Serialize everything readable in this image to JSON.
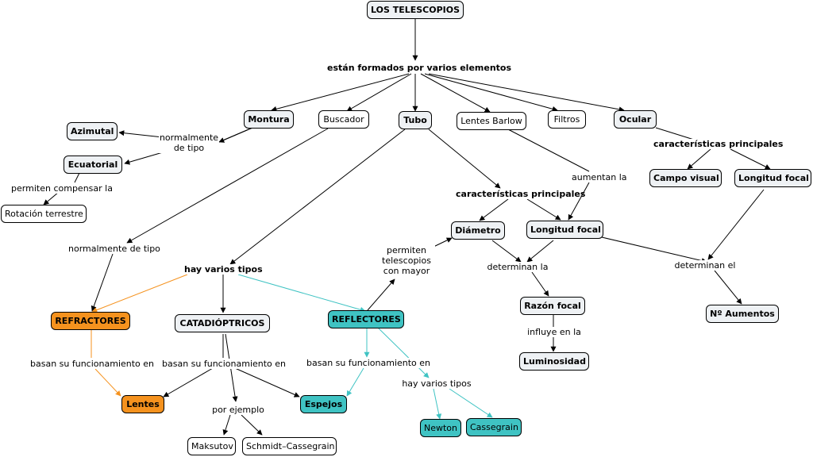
{
  "nodes": {
    "los_telescopios": "LOS TELESCOPIOS",
    "montura": "Montura",
    "buscador": "Buscador",
    "tubo": "Tubo",
    "lentes_barlow": "Lentes Barlow",
    "filtros": "Filtros",
    "ocular": "Ocular",
    "azimutal": "Azimutal",
    "ecuatorial": "Ecuatorial",
    "rotacion_terrestre": "Rotación terrestre",
    "campo_visual": "Campo visual",
    "longitud_focal_ocular": "Longitud focal",
    "diametro": "Diámetro",
    "longitud_focal_tubo": "Longitud focal",
    "razon_focal": "Razón focal",
    "luminosidad": "Luminosidad",
    "n_aumentos": "Nº Aumentos",
    "refractores": "REFRACTORES",
    "catadioptricos": "CATADIÓPTRICOS",
    "reflectores": "REFLECTORES",
    "lentes": "Lentes",
    "espejos": "Espejos",
    "maksutov": "Maksutov",
    "schmidt_cassegrain": "Schmidt–Cassegrain",
    "newton": "Newton",
    "cassegrain": "Cassegrain"
  },
  "phrases": {
    "formados": "están formados por varios elementos",
    "normalmente_tipo_1": "normalmente\nde tipo",
    "permiten_compensar": "permiten compensar la",
    "normalmente_tipo_2": "normalmente de tipo",
    "hay_varios_tipos_1": "hay varios tipos",
    "caracteristicas_tubo": "características principales",
    "aumentan_la": "aumentan la",
    "caracteristicas_ocular": "características principales",
    "permiten_telescopios": "permiten\ntelescopios\ncon mayor",
    "determinan_la": "determinan la",
    "determinan_el": "determinan el",
    "influye_en_la": "influye en la",
    "basan_1": "basan su funcionamiento en",
    "basan_2": "basan su funcionamiento en",
    "basan_3": "basan su funcionamiento en",
    "por_ejemplo": "por ejemplo",
    "hay_varios_tipos_2": "hay varios tipos"
  },
  "colors": {
    "line": "#000000",
    "orange": "#f5921e",
    "teal": "#3fc3c3",
    "node_gray": "#eef1f4"
  }
}
